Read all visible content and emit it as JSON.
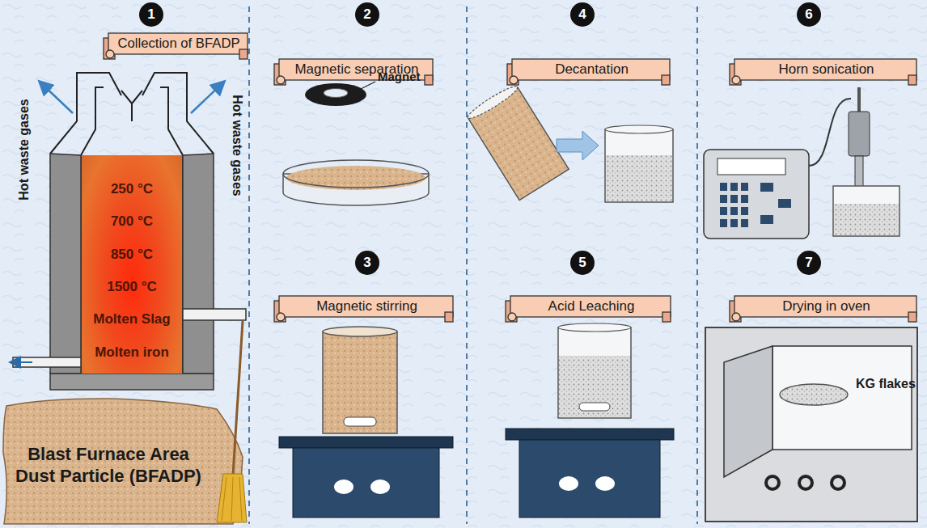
{
  "diagram": {
    "nodes": [
      {
        "text": [
          "1"
        ]
      },
      {
        "text": [
          "Collection of BFADP"
        ]
      },
      {
        "text": [
          "250 °C",
          "700 °C",
          "850 °C",
          "1500 °C",
          "Molten Slag",
          "Molten iron"
        ]
      },
      {
        "text": [
          "Blast Furnace Area Dust Particle (BFADP)"
        ]
      },
      {
        "text": [
          "2"
        ]
      },
      {
        "text": [
          "Magnetic separation"
        ]
      },
      {
        "text": [
          "3"
        ]
      },
      {
        "text": [
          "Magnetic stirring"
        ]
      },
      {
        "text": [
          "4"
        ]
      },
      {
        "text": [
          "Decantation"
        ]
      },
      {
        "text": [
          "5"
        ]
      },
      {
        "text": [
          "Acid Leaching"
        ]
      },
      {
        "text": [
          "6"
        ]
      },
      {
        "text": [
          "Horn sonication"
        ]
      },
      {
        "text": [
          "7"
        ]
      },
      {
        "text": [
          "Drying in oven"
        ]
      }
    ],
    "labels": [
      "Hot waste gases",
      "Hot waste gases",
      "Magnet",
      "KG flakes"
    ]
  }
}
